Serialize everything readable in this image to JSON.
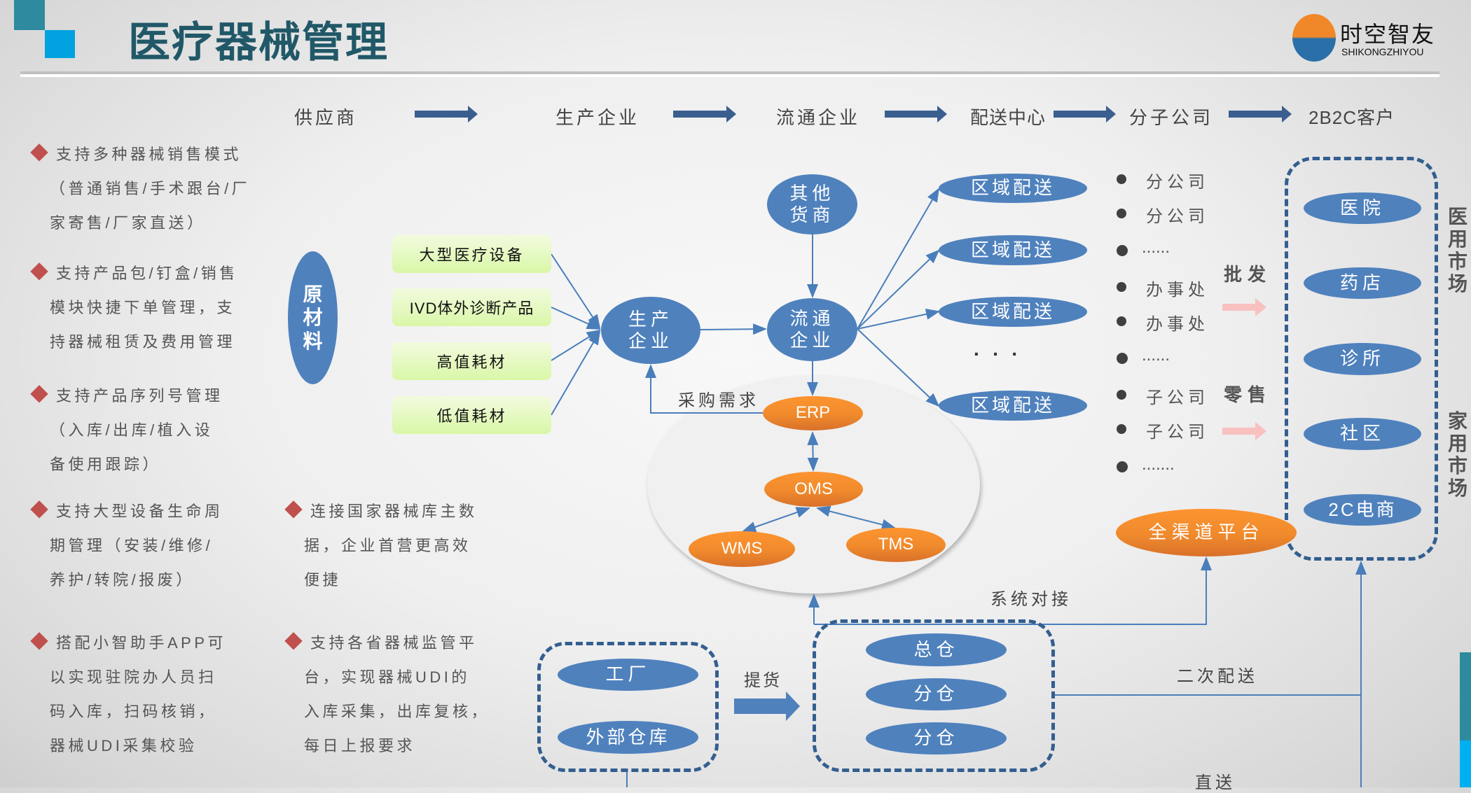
{
  "title": "医疗器械管理",
  "logo": {
    "cn": "时空智友",
    "en": "SHIKONGZHIYOU"
  },
  "header": [
    "供应商",
    "生产企业",
    "流通企业",
    "配送中心",
    "分子公司",
    "2B2C客户"
  ],
  "features": [
    {
      "lines": [
        "支持多种器械销售模式",
        "（普通销售/手术跟台/厂",
        "家寄售/厂家直送）"
      ]
    },
    {
      "lines": [
        "支持产品包/钉盒/销售",
        "模块快捷下单管理，支",
        "持器械租赁及费用管理"
      ]
    },
    {
      "lines": [
        "支持产品序列号管理",
        "（入库/出库/植入设",
        "备使用跟踪）"
      ]
    },
    {
      "lines": [
        "支持大型设备生命周",
        "期管理（安装/维修/",
        "养护/转院/报废）"
      ]
    },
    {
      "lines": [
        "搭配小智助手APP可",
        "以实现驻院办人员扫",
        "码入库，扫码核销，",
        "器械UDI采集校验"
      ]
    },
    {
      "lines": [
        "连接国家器械库主数",
        "据，企业首营更高效",
        "便捷"
      ]
    },
    {
      "lines": [
        "支持各省器械监管平",
        "台，实现器械UDI的",
        "入库采集，出库复核，",
        "每日上报要求"
      ]
    }
  ],
  "raw_material": [
    "原",
    "材",
    "料"
  ],
  "products": [
    "大型医疗设备",
    "IVD体外诊断产品",
    "高值耗材",
    "低值耗材"
  ],
  "producer": [
    "生产",
    "企业"
  ],
  "other_supplier": [
    "其他",
    "货商"
  ],
  "distributor": [
    "流通",
    "企业"
  ],
  "regional": [
    "区域配送",
    "区域配送",
    "区域配送",
    "区域配送"
  ],
  "ellipsis_dots": "·    ·    ·",
  "procurement_label": "采购需求",
  "systems": {
    "erp": "ERP",
    "oms": "OMS",
    "wms": "WMS",
    "tms": "TMS"
  },
  "branches": [
    "分公司",
    "分公司",
    "......",
    "办事处",
    "办事处",
    "......",
    "子公司",
    "子公司",
    "......."
  ],
  "wholesale": "批发",
  "retail": "零售",
  "omni_platform": "全渠道平台",
  "customers": [
    "医院",
    "药店",
    "诊所",
    "社区",
    "2C电商"
  ],
  "medical_market": [
    "医",
    "用",
    "市",
    "场"
  ],
  "home_market": [
    "家",
    "用",
    "市",
    "场"
  ],
  "warehouse_sources": [
    "工厂",
    "外部仓库"
  ],
  "pickup_label": "提货",
  "warehouses": [
    "总仓",
    "分仓",
    "分仓"
  ],
  "system_link_label": "系统对接",
  "secondary_delivery_label": "二次配送",
  "direct_label": "直送",
  "colors": {
    "title": "#215868",
    "node_blue": "#4f81bd",
    "node_orange": "#f08a2c",
    "diamond": "#c0504d",
    "arrow": "#3a5f8f"
  }
}
